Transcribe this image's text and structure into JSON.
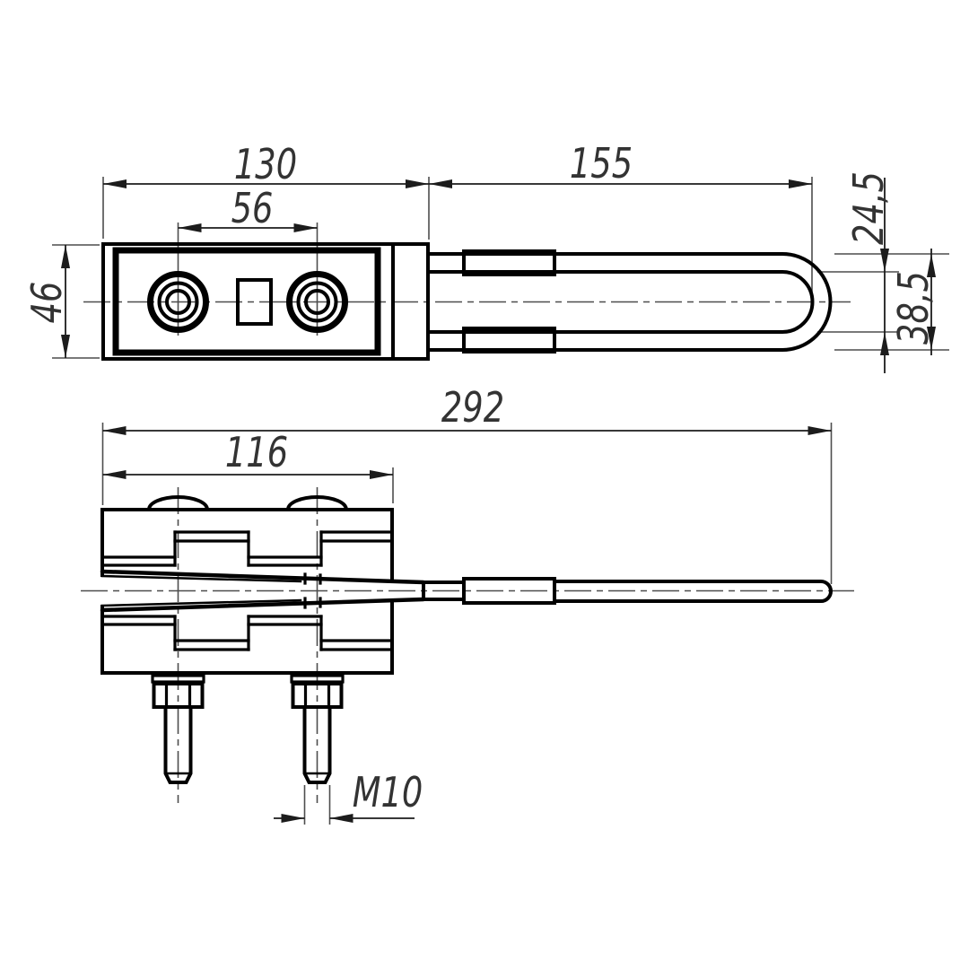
{
  "drawing": {
    "top_view": {
      "dim_clamp_width": "130",
      "dim_loop_length": "155",
      "dim_bolt_spacing": "56",
      "dim_body_height": "46",
      "dim_loop_inner_width": "24,5",
      "dim_loop_outer_width": "38,5"
    },
    "side_view": {
      "dim_overall_length": "292",
      "dim_body_length": "116",
      "dim_bolt_thread": "M10"
    }
  },
  "colors": {
    "background": "#ffffff",
    "line": "#000000",
    "aux_line": "#4d4d4d",
    "text": "#333333"
  }
}
